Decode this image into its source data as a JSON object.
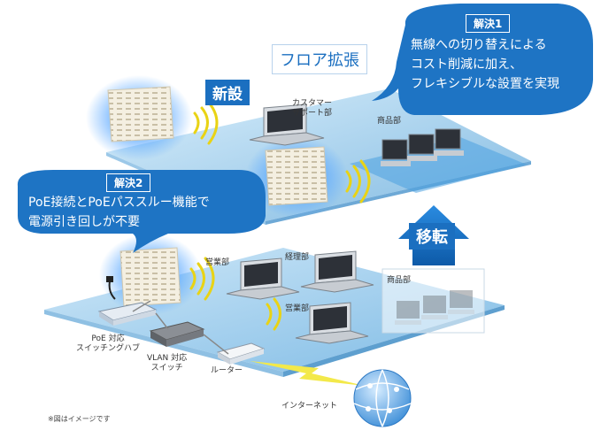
{
  "headline": {
    "expansion": "フロア拡張",
    "new_install": "新設",
    "move": "移転"
  },
  "solution1": {
    "title": "解決1",
    "lines": [
      "無線への切り替えによる",
      "コスト削減に加え、",
      "フレキシブルな設置を実現"
    ]
  },
  "solution2": {
    "title": "解決2",
    "lines": [
      "PoE接続とPoEパススルー機能で",
      "電源引き回しが不要"
    ]
  },
  "upper_floor": {
    "customer_support": [
      "カスタマー",
      "サポート部"
    ],
    "sales_goods": "商品部"
  },
  "lower_floor": {
    "sales_a": "営業部",
    "accounting": "経理部",
    "sales_b": "営業部",
    "goods_moved": "商品部",
    "poe_hub": [
      "PoE 対応",
      "スイッチングハブ"
    ],
    "vlan_switch": [
      "VLAN 対応",
      "スイッチ"
    ],
    "router": "ルーター",
    "internet": "インターネット"
  },
  "footnote": "※図はイメージです",
  "colors": {
    "accent": "#1b6fc0",
    "floor": "#8ec5ea",
    "callout": "#1e74c4",
    "lightning": "#f3e94a"
  },
  "icons": [
    "access-point-icon",
    "laptop-icon",
    "desktop-monitor-icon",
    "wifi-wave-icon",
    "switch-icon",
    "router-icon",
    "globe-icon",
    "arrow-up-icon",
    "power-plug-icon"
  ]
}
